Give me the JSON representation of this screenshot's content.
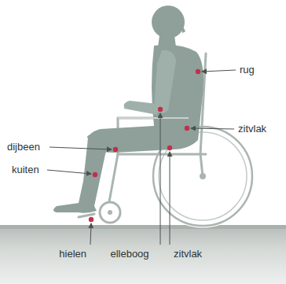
{
  "diagram": {
    "labels": [
      "rug",
      "zitvlak",
      "dijbeen",
      "kuiten",
      "hielen",
      "elleboog",
      "zitvlak"
    ]
  }
}
